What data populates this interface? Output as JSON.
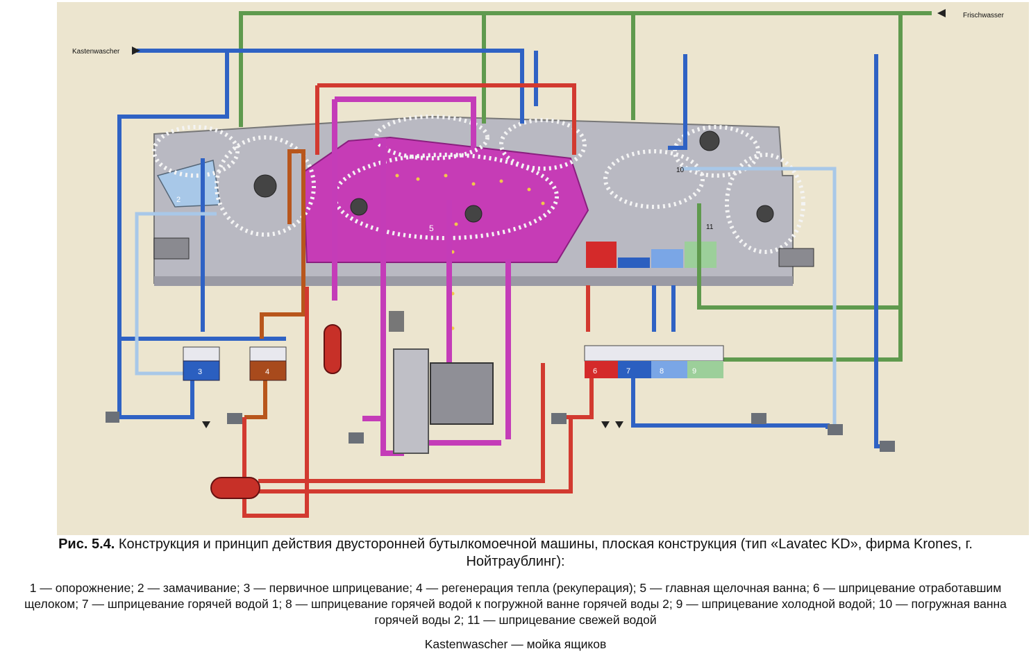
{
  "figure": {
    "labels": {
      "frischwasser": "Frischwasser",
      "kastenwascher": "Kastenwascher"
    },
    "zones": [
      {
        "id": "2",
        "label": "2",
        "color": "#a8c8e8"
      },
      {
        "id": "3",
        "label": "3",
        "color": "#2b5fc0"
      },
      {
        "id": "4",
        "label": "4",
        "color": "#a84a1c"
      },
      {
        "id": "5",
        "label": "5",
        "color": "#c83cb8"
      },
      {
        "id": "6",
        "label": "6",
        "color": "#d42a2a"
      },
      {
        "id": "7",
        "label": "7",
        "color": "#2b5fc0"
      },
      {
        "id": "8",
        "label": "8",
        "color": "#7aa6e6"
      },
      {
        "id": "9",
        "label": "9",
        "color": "#9ccf9a"
      },
      {
        "id": "10",
        "label": "10",
        "color": "#3a6fd8"
      },
      {
        "id": "11",
        "label": "11",
        "color": "#9ccf9a"
      }
    ],
    "pipe_colors": {
      "fresh_water": "#5f9a4e",
      "hot_water": "#2f62c4",
      "caustic": "#c43cb8",
      "hot": "#d23a30",
      "recuperation": "#b8561c"
    }
  },
  "caption": {
    "prefix": "Рис. 5.4.",
    "text": " Конструкция и принцип действия двусторонней бутылкомоечной машины, плоская конструкция (тип «Lavatec KD», фирма Krones, г. Нойтраублинг):"
  },
  "legend": "1 —   опорожнение; 2 — замачивание; 3 — первичное шприцевание; 4 — регенерация тепла (рекуперация); 5 — главная щелочная ванна; 6 —   шприцевание отработавшим щелоком; 7 — шприцевание горячей водой 1; 8 — шприцевание горячей водой к погружной ванне горячей воды 2; 9 — шприцевание холодной водой; 10 — погружная ванна горячей воды 2; 11 — шприцевание свежей водой",
  "legend_line": "Kastenwascher — мойка ящиков"
}
